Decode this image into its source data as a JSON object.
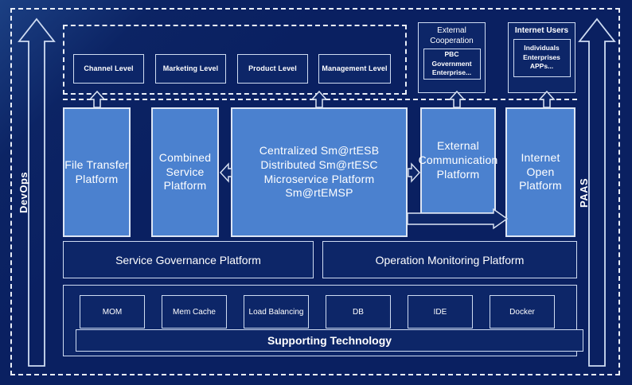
{
  "diagram": {
    "side_arrows": {
      "left": {
        "label": "DevOps"
      },
      "right": {
        "label": "PAAS"
      }
    },
    "channel_group": {
      "items": [
        {
          "label": "Channel Level"
        },
        {
          "label": "Marketing Level"
        },
        {
          "label": "Product Level"
        },
        {
          "label": "Management Level"
        }
      ]
    },
    "external_stacks": [
      {
        "title": "External Cooperation",
        "inner": "PBC Government Enterprise...",
        "bold_title": false
      },
      {
        "title": "Internet Users",
        "inner": "Individuals Enterprises APPs...",
        "bold_title": true
      }
    ],
    "platforms": [
      {
        "label": "File Transfer Platform"
      },
      {
        "label": "Combined Service Platform"
      },
      {
        "label": "Centralized Sm@rtESB\nDistributed Sm@rtESC\nMicroservice Platform Sm@rtEMSP"
      },
      {
        "label": "External Communication Platform"
      },
      {
        "label": "Internet Open Platform"
      }
    ],
    "governance_row": [
      {
        "label": "Service Governance Platform"
      },
      {
        "label": "Operation Monitoring Platform"
      }
    ],
    "supporting_tech": {
      "items": [
        {
          "label": "MOM"
        },
        {
          "label": "Mem Cache"
        },
        {
          "label": "Load Balancing"
        },
        {
          "label": "DB"
        },
        {
          "label": "IDE"
        },
        {
          "label": "Docker"
        }
      ],
      "bar_label": "Supporting Technology"
    },
    "colors": {
      "background_navy": "#0a2061",
      "panel_navy": "#0d2668",
      "platform_blue": "#4b81cf",
      "stroke_white": "#dde6f5"
    }
  }
}
